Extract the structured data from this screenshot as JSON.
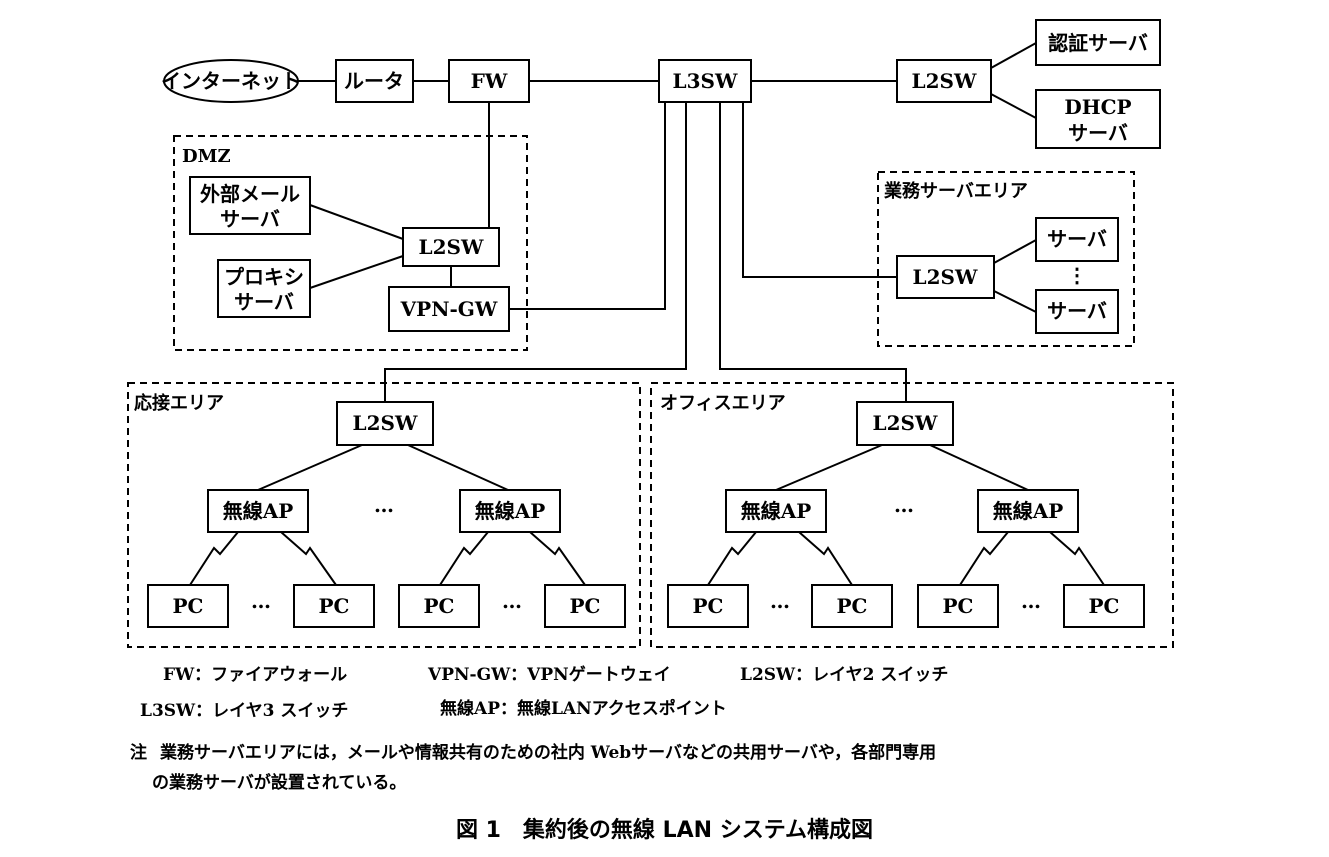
{
  "nodes": {
    "internet": "インターネット",
    "router": "ルータ",
    "fw": "FW",
    "l3sw": "L3SW",
    "l2sw_top": "L2SW",
    "auth_server": "認証サーバ",
    "dhcp_line1": "DHCP",
    "dhcp_line2": "サーバ",
    "ext_mail_line1": "外部メール",
    "ext_mail_line2": "サーバ",
    "proxy_line1": "プロキシ",
    "proxy_line2": "サーバ",
    "l2sw_dmz": "L2SW",
    "vpn_gw": "VPN-GW",
    "l2sw_biz": "L2SW",
    "biz_server_1": "サーバ",
    "biz_server_2": "サーバ",
    "l2sw_reception": "L2SW",
    "l2sw_office": "L2SW",
    "ap": "無線AP",
    "pc": "PC",
    "ellipsis": "…",
    "vellipsis": "⋮"
  },
  "zones": {
    "dmz": "DMZ",
    "biz_area": "業務サーバエリア",
    "reception_area": "応接エリア",
    "office_area": "オフィスエリア"
  },
  "legend": {
    "line1_a": "FW：ファイアウォール",
    "line1_b": "VPN-GW：VPNゲートウェイ",
    "line1_c": "L2SW：レイヤ2 スイッチ",
    "line2_a": "L3SW：レイヤ3 スイッチ",
    "line2_b": "無線AP：無線LANアクセスポイント"
  },
  "note": {
    "marker": "注",
    "line1": "業務サーバエリアには，メールや情報共有のための社内 Webサーバなどの共用サーバや，各部門専用",
    "line2": "の業務サーバが設置されている。"
  },
  "caption": "図 1　集約後の無線 LAN システム構成図"
}
